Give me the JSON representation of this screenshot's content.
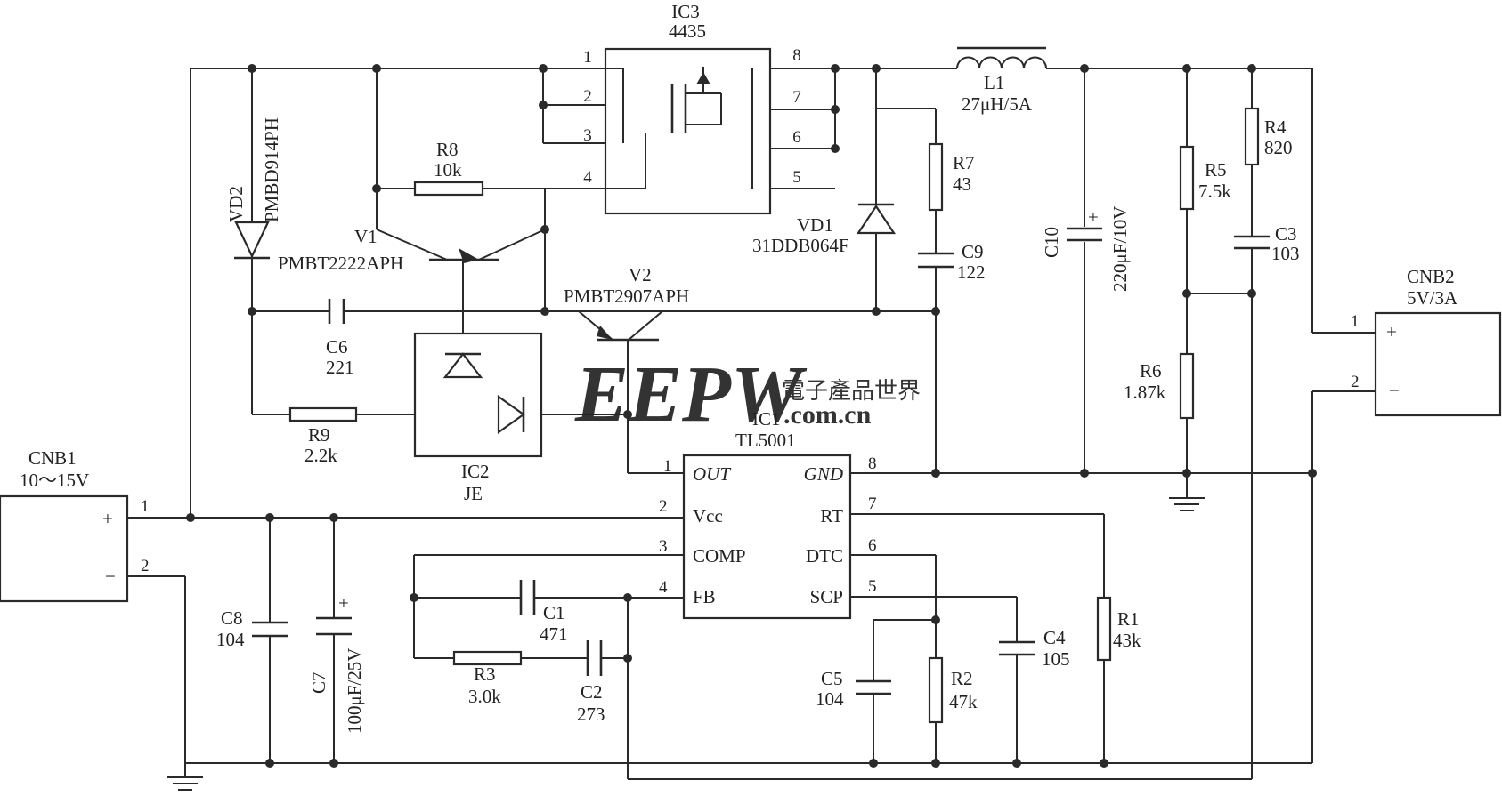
{
  "watermark": {
    "brand": "EEPW",
    "cn": "電子產品世界",
    "url": ".com.cn",
    "brand_color": "#e84a4a",
    "cn_color": "#e85858"
  },
  "ic3": {
    "ref": "IC3",
    "part": "4435",
    "pins": [
      "1",
      "2",
      "3",
      "4",
      "5",
      "6",
      "7",
      "8"
    ]
  },
  "ic1": {
    "ref": "IC1",
    "part": "TL5001",
    "left_pins": [
      {
        "num": "1",
        "name": "OUT"
      },
      {
        "num": "2",
        "name": "Vcc"
      },
      {
        "num": "3",
        "name": "COMP"
      },
      {
        "num": "4",
        "name": "FB"
      }
    ],
    "right_pins": [
      {
        "num": "8",
        "name": "GND"
      },
      {
        "num": "7",
        "name": "RT"
      },
      {
        "num": "6",
        "name": "DTC"
      },
      {
        "num": "5",
        "name": "SCP"
      }
    ]
  },
  "ic2": {
    "ref": "IC2",
    "part": "JE"
  },
  "cnb1": {
    "ref": "CNB1",
    "rating": "10～15V",
    "pin1": "1",
    "pin2": "2",
    "plus": "+",
    "minus": "−"
  },
  "cnb2": {
    "ref": "CNB2",
    "rating": "5V/3A",
    "pin1": "1",
    "pin2": "2",
    "plus": "+",
    "minus": "−"
  },
  "l1": {
    "ref": "L1",
    "value": "27μH/5A"
  },
  "vd1": {
    "ref": "VD1",
    "part": "31DDB064F"
  },
  "vd2": {
    "ref": "VD2",
    "part": "PMBD914PH"
  },
  "v1": {
    "ref": "V1",
    "part": "PMBT2222APH"
  },
  "v2": {
    "ref": "V2",
    "part": "PMBT2907APH"
  },
  "r1": {
    "ref": "R1",
    "value": "43k"
  },
  "r2": {
    "ref": "R2",
    "value": "47k"
  },
  "r3": {
    "ref": "R3",
    "value": "3.0k"
  },
  "r4": {
    "ref": "R4",
    "value": "820"
  },
  "r5": {
    "ref": "R5",
    "value": "7.5k"
  },
  "r6": {
    "ref": "R6",
    "value": "1.87k"
  },
  "r7": {
    "ref": "R7",
    "value": "43"
  },
  "r8": {
    "ref": "R8",
    "value": "10k"
  },
  "r9": {
    "ref": "R9",
    "value": "2.2k"
  },
  "c1": {
    "ref": "C1",
    "value": "471"
  },
  "c2": {
    "ref": "C2",
    "value": "273"
  },
  "c3": {
    "ref": "C3",
    "value": "103"
  },
  "c4": {
    "ref": "C4",
    "value": "105"
  },
  "c5": {
    "ref": "C5",
    "value": "104"
  },
  "c6": {
    "ref": "C6",
    "value": "221"
  },
  "c7": {
    "ref": "C7",
    "value": "100μF/25V",
    "plus": "+"
  },
  "c8": {
    "ref": "C8",
    "value": "104"
  },
  "c9": {
    "ref": "C9",
    "value": "122"
  },
  "c10": {
    "ref": "C10",
    "value": "220μF/10V",
    "plus": "+"
  }
}
